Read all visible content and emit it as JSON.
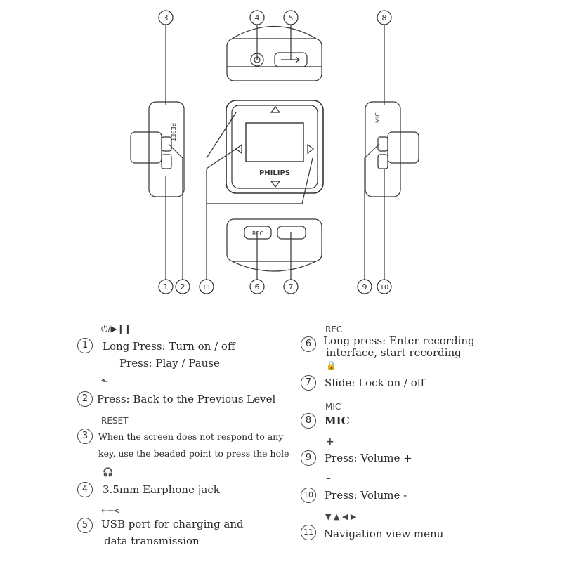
{
  "callouts": [
    "1",
    "2",
    "3",
    "4",
    "5",
    "6",
    "7",
    "8",
    "9",
    "10",
    "11"
  ],
  "device": {
    "brand": "PHILIPS",
    "labels": {
      "reset": "RESET",
      "mic": "MIC",
      "rec": "REC"
    }
  },
  "legend": {
    "item1": {
      "num": "1",
      "icon": "power-play-pause-icon",
      "line1": "Long Press:  Turn on / off",
      "line2": "Press:  Play / Pause"
    },
    "item2": {
      "num": "2",
      "icon": "back-arrow-icon",
      "line1": "Press:  Back to the Previous Level"
    },
    "item3": {
      "num": "3",
      "tag": "RESET",
      "line1": "When the screen does not respond to any",
      "line2": "key, use the beaded point to press the hole"
    },
    "item4": {
      "num": "4",
      "icon": "headphone-icon",
      "line1": "3.5mm Earphone jack"
    },
    "item5": {
      "num": "5",
      "icon": "usb-icon",
      "line1": "USB port for charging and",
      "line2": "data transmission"
    },
    "item6": {
      "num": "6",
      "tag": "REC",
      "line1": "Long press:  Enter recording",
      "line2": "interface,  start recording"
    },
    "item7": {
      "num": "7",
      "icon": "lock-icon",
      "line1": "Slide:  Lock on / off"
    },
    "item8": {
      "num": "8",
      "tag": "MIC",
      "line1": "MIC"
    },
    "item9": {
      "num": "9",
      "tag": "+",
      "line1": "Press:  Volume +"
    },
    "item10": {
      "num": "10",
      "tag": "–",
      "line1": "Press:  Volume -"
    },
    "item11": {
      "num": "11",
      "tag": "▼ ▲ ◀ ▶",
      "line1": "Navigation view menu"
    }
  }
}
